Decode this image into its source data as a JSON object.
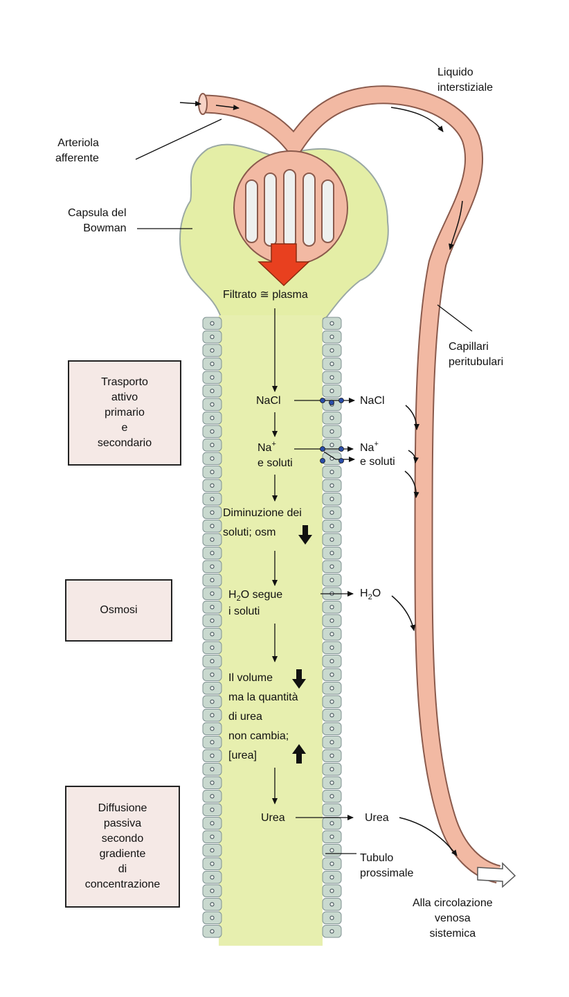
{
  "labels": {
    "arteriola": "Arteriola\nafferente",
    "capsula": "Capsula del\nBowman",
    "liquido": "Liquido\ninterstiziale",
    "capillari": "Capillari\nperitubulari",
    "filtrato": "Filtrato ≅ plasma",
    "nacl_in": "NaCl",
    "nacl_out": "NaCl",
    "na_in_1": "Na",
    "na_in_sup": "+",
    "na_in_2": "e soluti",
    "na_out_1": "Na",
    "na_out_sup": "+",
    "na_out_2": "e soluti",
    "diminuzione_1": "Diminuzione dei",
    "diminuzione_2": "soluti; osm",
    "h2o_in_a": "H",
    "h2o_in_sub": "2",
    "h2o_in_b": "O segue",
    "h2o_in_2": "i soluti",
    "h2o_out_a": "H",
    "h2o_out_sub": "2",
    "h2o_out_b": "O",
    "volume_1": "Il volume",
    "volume_2": "ma la quantità",
    "volume_3": "di urea",
    "volume_4": "non cambia;",
    "volume_5": "[urea]",
    "urea_in": "Urea",
    "urea_out": "Urea",
    "tubulo": "Tubulo\nprossimale",
    "circolazione": "Alla circolazione\nvenosa\nsistemica"
  },
  "boxes": {
    "trasporto": "Trasporto\nattivo\nprimario\ne\nsecondario",
    "osmosi": "Osmosi",
    "diffusione": "Diffusione\npassiva\nsecondo\ngradiente\ndi\nconcentrazione"
  },
  "colors": {
    "vessel": "#f2b9a3",
    "vessel_stroke": "#8a5a4c",
    "capsule": "#e4eea6",
    "tubule": "#e7efaf",
    "cells": "#c9d9cf",
    "filtration_arrow": "#e8401f",
    "box_bg": "#f5e9e6"
  }
}
